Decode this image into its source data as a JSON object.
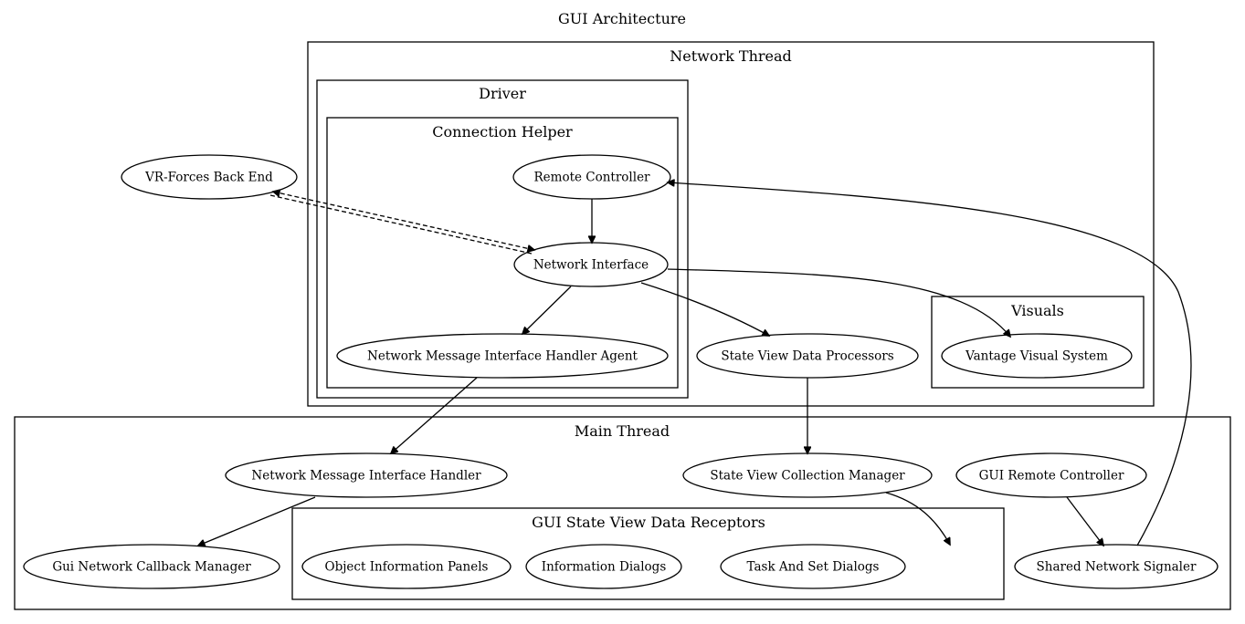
{
  "title": "GUI Architecture",
  "clusters": {
    "network_thread": "Network Thread",
    "driver": "Driver",
    "connection_helper": "Connection Helper",
    "visuals": "Visuals",
    "main_thread": "Main Thread",
    "gui_state_view_data_receptors": "GUI State View Data Receptors"
  },
  "nodes": {
    "vr_forces_back_end": "VR-Forces Back End",
    "remote_controller": "Remote Controller",
    "network_interface": "Network Interface",
    "network_message_interface_handler_agent": "Network Message Interface Handler Agent",
    "state_view_data_processors": "State View Data Processors",
    "vantage_visual_system": "Vantage Visual System",
    "network_message_interface_handler": "Network Message Interface Handler",
    "state_view_collection_manager": "State View Collection Manager",
    "gui_remote_controller": "GUI Remote Controller",
    "gui_network_callback_manager": "Gui Network Callback Manager",
    "object_information_panels": "Object Information Panels",
    "information_dialogs": "Information Dialogs",
    "task_and_set_dialogs": "Task And Set Dialogs",
    "shared_network_signaler": "Shared Network Signaler"
  }
}
